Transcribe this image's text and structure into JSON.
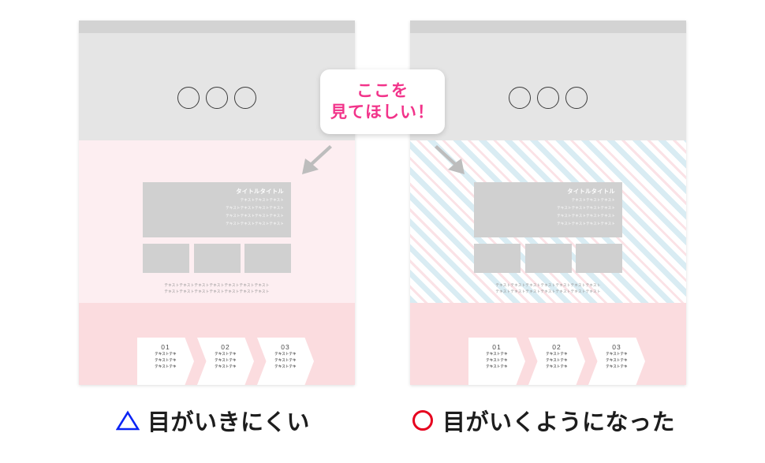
{
  "panels": [
    {
      "id": "before",
      "name": "before-panel",
      "background_style": "plain-pink",
      "hero": {
        "title": "タイトルタイトル",
        "lines": [
          "テキストテキストテキスト",
          "テキストテキストテキストテキスト",
          "テキストテキストテキストテキスト",
          "テキストテキストテキストテキスト"
        ]
      },
      "caption": {
        "line1": "テキストテキストテキストテキストテキストテキストテキスト",
        "line2": "テキストテキストテキストテキストテキストテキストテキスト"
      },
      "steps": [
        {
          "num": "01",
          "lines": [
            "テキストテキ",
            "テキストテキ",
            "テキストテキ"
          ]
        },
        {
          "num": "02",
          "lines": [
            "テキストテキ",
            "テキストテキ",
            "テキストテキ"
          ]
        },
        {
          "num": "03",
          "lines": [
            "テキストテキ",
            "テキストテキ",
            "テキストテキ"
          ]
        }
      ]
    },
    {
      "id": "after",
      "name": "after-panel",
      "background_style": "diagonal-stripes",
      "hero": {
        "title": "タイトルタイトル",
        "lines": [
          "テキストテキストテキスト",
          "テキストテキストテキストテキスト",
          "テキストテキストテキストテキスト",
          "テキストテキストテキストテキスト"
        ]
      },
      "caption": {
        "line1": "テキストテキストテキストテキストテキストテキストテキスト",
        "line2": "テキストテキストテキストテキストテキストテキストテキスト"
      },
      "steps": [
        {
          "num": "01",
          "lines": [
            "テキストテキ",
            "テキストテキ",
            "テキストテキ"
          ]
        },
        {
          "num": "02",
          "lines": [
            "テキストテキ",
            "テキストテキ",
            "テキストテキ"
          ]
        },
        {
          "num": "03",
          "lines": [
            "テキストテキ",
            "テキストテキ",
            "テキストテキ"
          ]
        }
      ]
    }
  ],
  "bubble": {
    "line1": "ここを",
    "line2": "見てほしい！",
    "color": "#f2338a"
  },
  "verdicts": {
    "left": {
      "mark": "triangle",
      "mark_color": "#0b24f5",
      "text": "目がいきにくい"
    },
    "right": {
      "mark": "circle",
      "mark_color": "#e6001e",
      "text": "目がいくようになった"
    }
  },
  "colors": {
    "topbar": "#d3d3d3",
    "hero": "#e5e5e5",
    "body_pink": "#fdeef1",
    "steps_pink": "#fbdcdf",
    "stripe_blue": "#d9ecf3",
    "stripe_pink": "#fbe2e6",
    "placeholder_gray": "#d0d0d0",
    "arrow_gray": "#bdbdbd"
  }
}
